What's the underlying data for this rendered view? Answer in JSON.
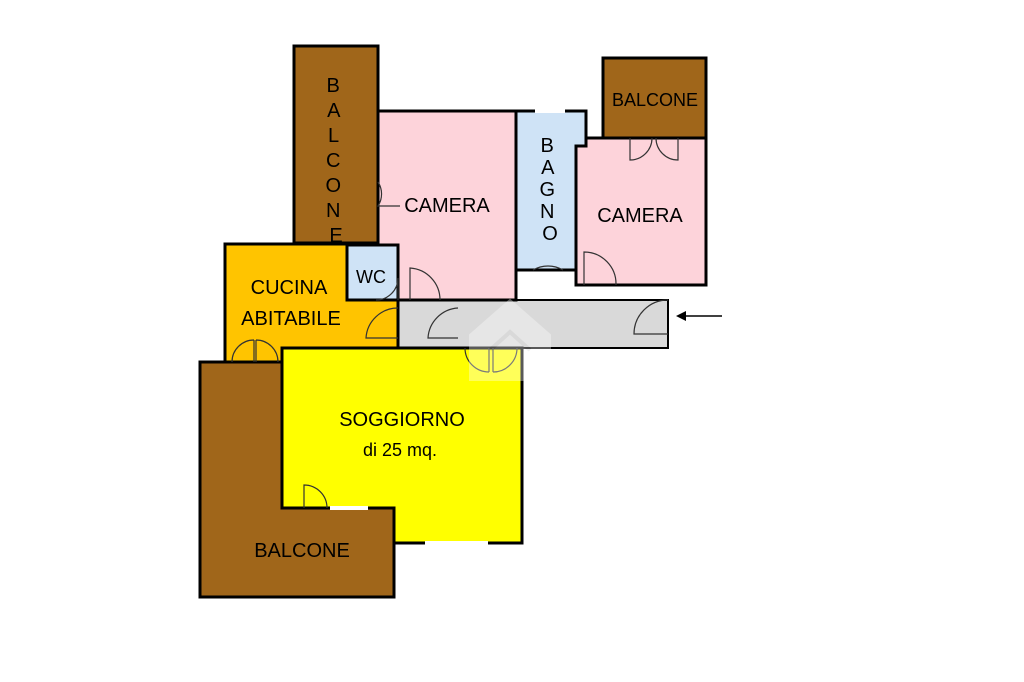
{
  "colors": {
    "balcony": "#A0661A",
    "bedroom": "#FDD3DA",
    "bathroom": "#CFE3F6",
    "kitchen": "#FFC400",
    "living": "#FFFF00",
    "hall": "#D9D9D9"
  },
  "rooms": {
    "balcone_vertical": "BALCONE",
    "camera_left": "CAMERA",
    "bagno": "BAGNO",
    "balcone_top_right": "BALCONE",
    "camera_right": "CAMERA",
    "wc": "WC",
    "cucina_line1": "CUCINA",
    "cucina_line2": "ABITABILE",
    "soggiorno_line1": "SOGGIORNO",
    "soggiorno_line2": "di 25 mq.",
    "balcone_bottom": "BALCONE"
  },
  "icons": {
    "entrance": "entrance-arrow-icon",
    "watermark": "house-watermark-icon"
  }
}
